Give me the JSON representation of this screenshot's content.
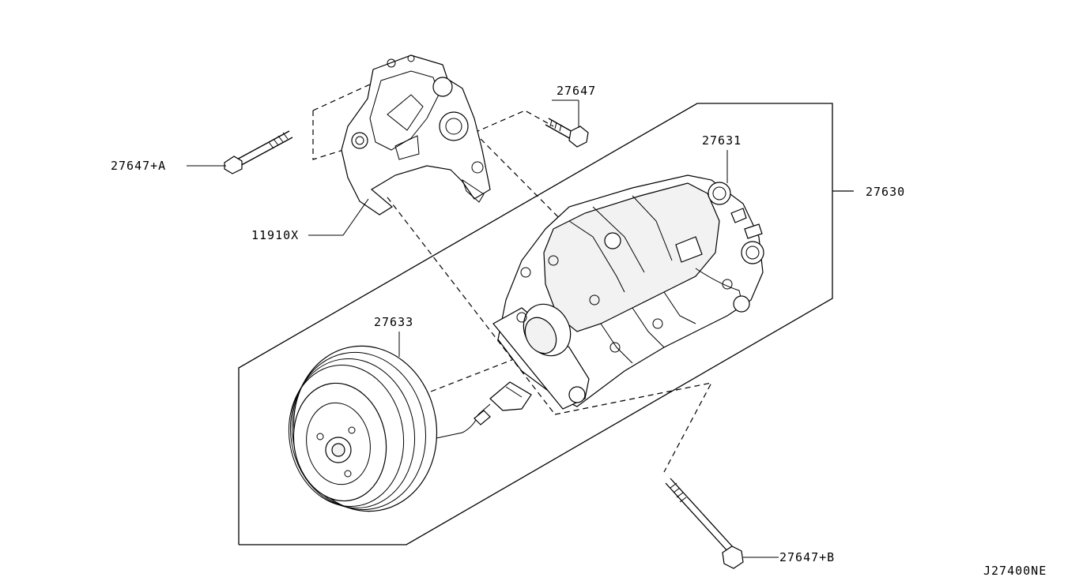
{
  "callouts": {
    "bracket_bolt_a": "27647+A",
    "bolt": "27647",
    "bracket": "11910X",
    "compressor_body": "27631",
    "compressor_assembly": "27630",
    "clutch_assembly": "27633",
    "bolt_b": "27647+B"
  },
  "diagram_id": "J27400NE"
}
